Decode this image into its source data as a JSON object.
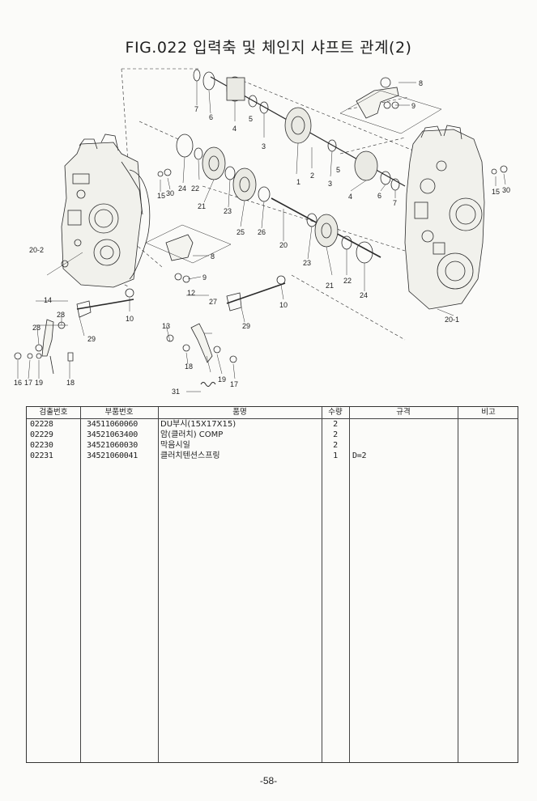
{
  "title": "FIG.022 입력축 및 체인지 샤프트 관계(2)",
  "callouts": [
    "1",
    "2",
    "3",
    "4",
    "5",
    "6",
    "7",
    "8",
    "9",
    "10",
    "12",
    "13",
    "14",
    "15",
    "16",
    "17",
    "18",
    "19",
    "20",
    "20-1",
    "20-2",
    "21",
    "22",
    "23",
    "24",
    "25",
    "26",
    "27",
    "28",
    "29",
    "30",
    "31"
  ],
  "table": {
    "headers": [
      "검출번호",
      "부품번호",
      "품명",
      "수량",
      "규격",
      "비고"
    ],
    "rows": [
      {
        "ref": "02228",
        "part_no": "34511060060",
        "name": "DU부시(15X17X15)",
        "qty": "2",
        "spec": "",
        "note": ""
      },
      {
        "ref": "02229",
        "part_no": "34521063400",
        "name": "암(클러치) COMP",
        "qty": "2",
        "spec": "",
        "note": ""
      },
      {
        "ref": "02230",
        "part_no": "34521060030",
        "name": "막음시일",
        "qty": "2",
        "spec": "",
        "note": ""
      },
      {
        "ref": "02231",
        "part_no": "34521060041",
        "name": "클러치텐션스프링",
        "qty": "1",
        "spec": "D=2",
        "note": ""
      }
    ]
  },
  "page_number": "-58-"
}
